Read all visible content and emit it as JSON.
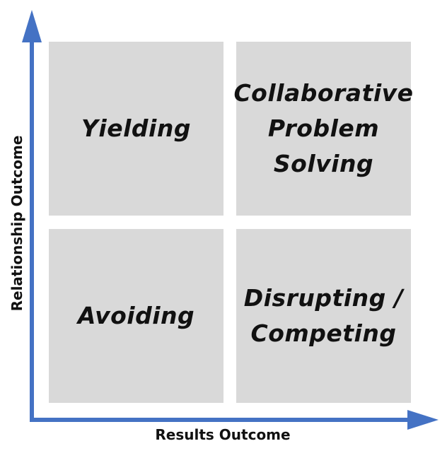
{
  "diagram": {
    "axis_color": "#4472c4",
    "quadrant_color": "#d9d9d9",
    "x_axis_label": "Results Outcome",
    "y_axis_label": "Relationship Outcome",
    "quadrants": {
      "top_left": "Yielding",
      "top_right": "Collaborative\nProblem\nSolving",
      "bottom_left": "Avoiding",
      "bottom_right": "Disrupting /\nCompeting"
    }
  }
}
